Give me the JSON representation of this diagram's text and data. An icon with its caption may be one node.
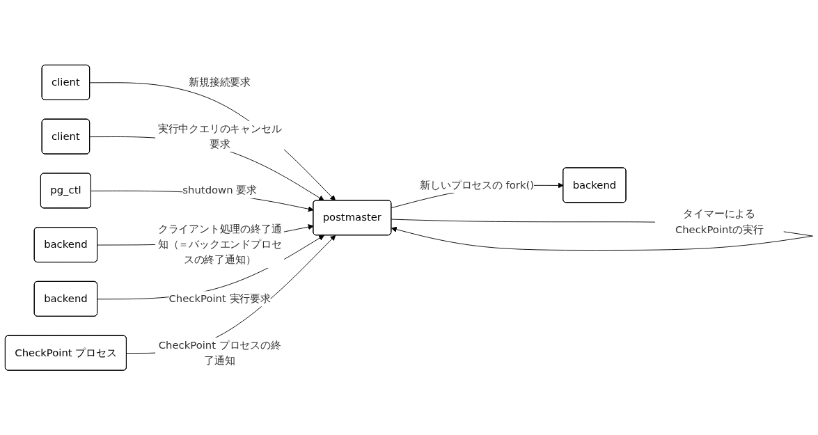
{
  "diagram": {
    "nodes": [
      {
        "text": [
          "client"
        ]
      },
      {
        "text": [
          "client"
        ]
      },
      {
        "text": [
          "pg_ctl"
        ]
      },
      {
        "text": [
          "postmaster"
        ]
      },
      {
        "text": [
          "backend"
        ]
      },
      {
        "text": [
          "backend"
        ]
      },
      {
        "text": [
          "backend"
        ]
      },
      {
        "text": [
          "CheckPoint プロセス"
        ]
      }
    ],
    "edges": [
      {
        "from": 0,
        "to": 3,
        "arrow": "to",
        "label": "新規接続要求"
      },
      {
        "from": 1,
        "to": 3,
        "arrow": "to",
        "label": "実行中クエリのキャンセル要求"
      },
      {
        "from": 2,
        "to": 3,
        "arrow": "to",
        "label": "shutdown 要求"
      },
      {
        "from": 3,
        "to": 3,
        "arrow": "to",
        "label": "タイマーによるCheckPointの実行"
      },
      {
        "from": 3,
        "to": 4,
        "arrow": "to",
        "label": "新しいプロセスの fork()"
      },
      {
        "from": 5,
        "to": 3,
        "arrow": "to",
        "label": "クライアント処理の終了通知（＝バックエンドプロセスの終了通知）"
      },
      {
        "from": 6,
        "to": 3,
        "arrow": "to",
        "label": "CheckPoint 実行要求"
      },
      {
        "from": 7,
        "to": 3,
        "arrow": "to",
        "label": "CheckPoint プロセスの終了通知"
      }
    ]
  }
}
